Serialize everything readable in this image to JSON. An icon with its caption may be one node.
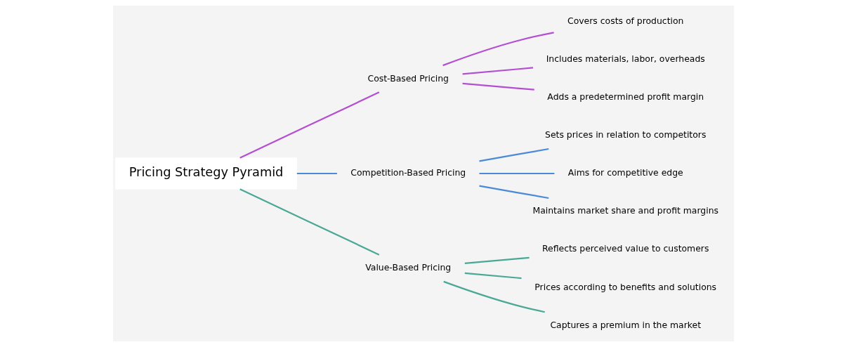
{
  "diagram": {
    "nodes": [
      {
        "text": [
          "Pricing Strategy Pyramid"
        ]
      },
      {
        "text": [
          "Cost-Based Pricing"
        ]
      },
      {
        "text": [
          "Covers costs of production"
        ]
      },
      {
        "text": [
          "Includes materials, labor, overheads"
        ]
      },
      {
        "text": [
          "Adds a predetermined profit margin"
        ]
      },
      {
        "text": [
          "Competition-Based Pricing"
        ]
      },
      {
        "text": [
          "Sets prices in relation to competitors"
        ]
      },
      {
        "text": [
          "Aims for competitive edge"
        ]
      },
      {
        "text": [
          "Maintains market share and profit margins"
        ]
      },
      {
        "text": [
          "Value-Based Pricing"
        ]
      },
      {
        "text": [
          "Reflects perceived value to customers"
        ]
      },
      {
        "text": [
          "Prices according to benefits and solutions"
        ]
      },
      {
        "text": [
          "Captures a premium in the market"
        ]
      }
    ],
    "edges": [
      {
        "from": 0,
        "to": 1,
        "arrow": "none",
        "color": "#b44fd1"
      },
      {
        "from": 1,
        "to": 2,
        "arrow": "none",
        "color": "#b44fd1"
      },
      {
        "from": 1,
        "to": 3,
        "arrow": "none",
        "color": "#b44fd1"
      },
      {
        "from": 1,
        "to": 4,
        "arrow": "none",
        "color": "#b44fd1"
      },
      {
        "from": 0,
        "to": 5,
        "arrow": "none",
        "color": "#4a8ad6"
      },
      {
        "from": 5,
        "to": 6,
        "arrow": "none",
        "color": "#4a8ad6"
      },
      {
        "from": 5,
        "to": 7,
        "arrow": "none",
        "color": "#4a8ad6"
      },
      {
        "from": 5,
        "to": 8,
        "arrow": "none",
        "color": "#4a8ad6"
      },
      {
        "from": 0,
        "to": 9,
        "arrow": "none",
        "color": "#4aa894"
      },
      {
        "from": 9,
        "to": 10,
        "arrow": "none",
        "color": "#4aa894"
      },
      {
        "from": 9,
        "to": 11,
        "arrow": "none",
        "color": "#4aa894"
      },
      {
        "from": 9,
        "to": 12,
        "arrow": "none",
        "color": "#4aa894"
      }
    ]
  }
}
